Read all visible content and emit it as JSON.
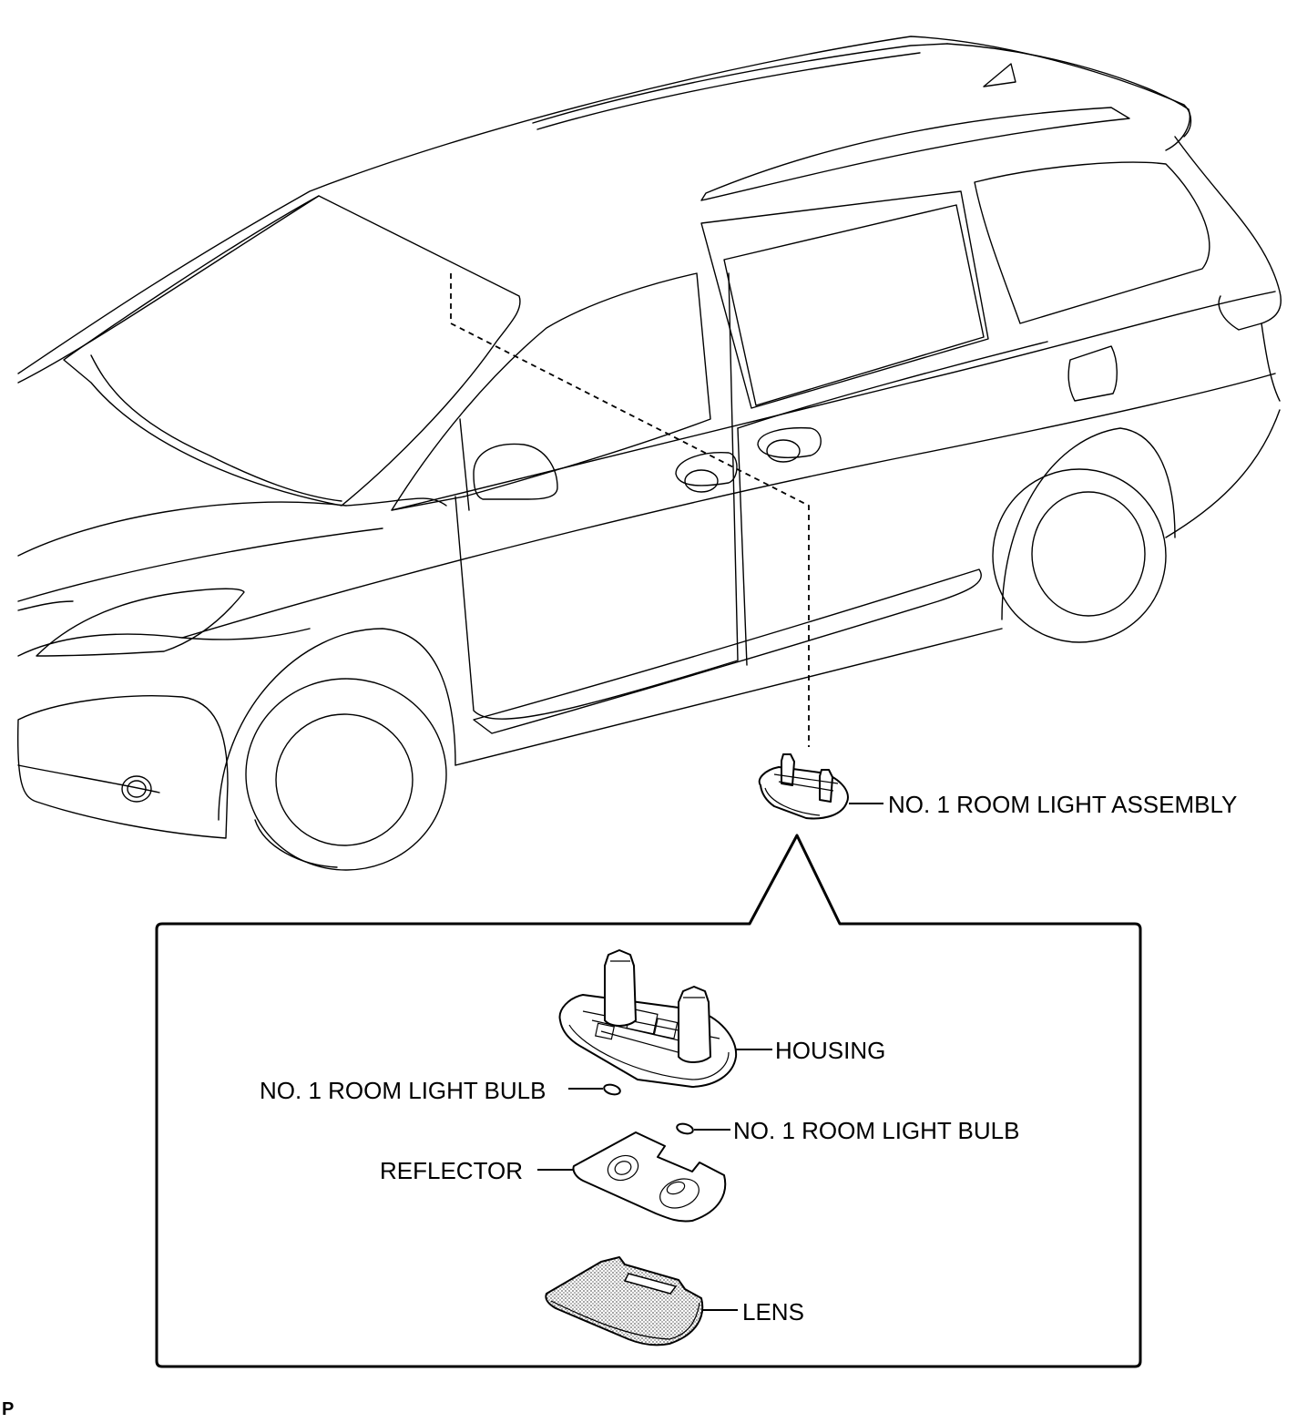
{
  "labels": {
    "room_light_assembly": "NO. 1 ROOM LIGHT ASSEMBLY",
    "housing": "HOUSING",
    "bulb_left": "NO. 1 ROOM LIGHT BULB",
    "bulb_right": "NO. 1 ROOM LIGHT BULB",
    "reflector": "REFLECTOR",
    "lens": "LENS"
  },
  "corner_code": "P"
}
